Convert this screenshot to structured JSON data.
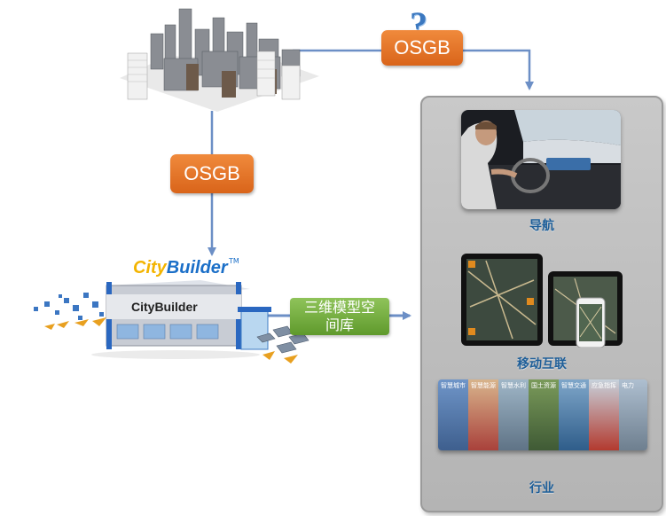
{
  "badges": {
    "osgb_top": "OSGB",
    "osgb_left": "OSGB",
    "question_mark": "?"
  },
  "citybuilder": {
    "logo_city": "City",
    "logo_builder": "Builder",
    "logo_tm": "TM",
    "factory_label": "CityBuilder"
  },
  "database_label_line1": "三维模型空",
  "database_label_line2": "间库",
  "applications": [
    {
      "label": "导航",
      "icon": "car-navigation-photo"
    },
    {
      "label": "移动互联",
      "icon": "mobile-devices-photo"
    },
    {
      "label": "行业",
      "icon": "industry-collage-photo"
    }
  ],
  "industry_tiles": [
    "智慧城市",
    "智慧能源",
    "智慧水利",
    "国土资源",
    "智慧交通",
    "应急指挥",
    "电力"
  ],
  "colors": {
    "connector": "#6c8fc6",
    "badge_orange": "#e8782a",
    "label_green": "#72ac3e",
    "panel_gray": "#bfbfbf",
    "label_blue": "#1f5f99"
  }
}
